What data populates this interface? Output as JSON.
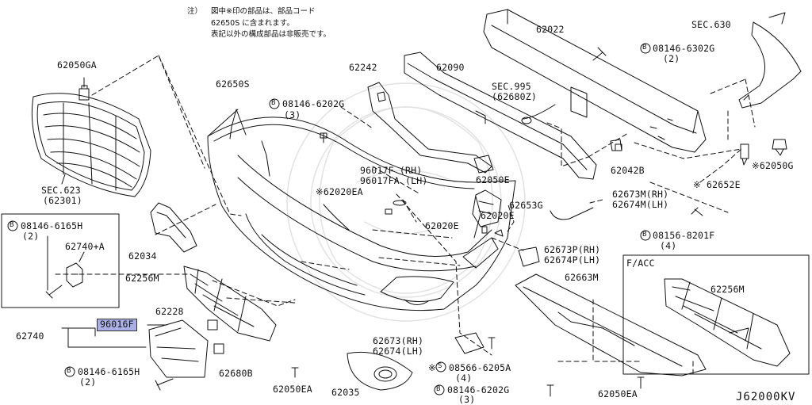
{
  "note": {
    "prefix": "注）",
    "line1": "図中※印の部品は、部品コード",
    "line2": "62650S に含まれます。",
    "line3": "表記以外の構成部品は非販売です。"
  },
  "labels": {
    "p62050GA": "62050GA",
    "p62650S": "62650S",
    "p62242": "62242",
    "p62090": "62090",
    "p62022": "62022",
    "sec630": "SEC.630",
    "bolt_6302G": "08146-6302G",
    "bolt_6302G_qty": "(2)",
    "sec995": "SEC.995",
    "sec995_sub": "(62680Z)",
    "bolt_6202G_top": "08146-6202G",
    "bolt_6202G_top_qty": "(3)",
    "sec623": "SEC.623",
    "sec623_sub": "(62301)",
    "p96017F": "96017F  (RH)",
    "p96017FA": "96017FA (LH)",
    "p62020EA": "※62020EA",
    "p62050E": "62050E",
    "p62042B": "62042B",
    "p62050G": "※62050G",
    "p62652E": "※ 62652E",
    "bolt_6165H_box": "08146-6165H",
    "bolt_6165H_box_qty": "(2)",
    "p62740plusA": "62740+A",
    "p62034": "62034",
    "p62653G": "62653G",
    "p62020E_a": "62020E",
    "p62020E_b": "62020E",
    "p62673M": "62673M(RH)",
    "p62674M": "62674M(LH)",
    "bolt_8201F": "08156-8201F",
    "bolt_8201F_qty": "(4)",
    "p62673P": "62673P(RH)",
    "p62674P": "62674P(LH)",
    "p62256M_left": "62256M",
    "p62663M": "62663M",
    "facc": "F/ACC",
    "p62256M_right": "62256M",
    "p62228": "62228",
    "p62740": "62740",
    "p96016F": "96016F",
    "p62673RH": "62673(RH)",
    "p62674LH": "62674(LH)",
    "screw_6205A": "※",
    "screw_6205A_code": "08566-6205A",
    "screw_6205A_qty": "(4)",
    "bolt_6165H_bottom": "08146-6165H",
    "bolt_6165H_bottom_qty": "(2)",
    "p62680B": "62680B",
    "p62050EA_left": "62050EA",
    "p62035": "62035",
    "bolt_6202G_bottom": "08146-6202G",
    "bolt_6202G_bottom_qty": "(3)",
    "p62050EA_right": "62050EA",
    "diagram_code": "J62000KV"
  },
  "symbols": {
    "circled_b": "B",
    "circled_s": "S"
  },
  "colors": {
    "line": "#111111",
    "highlight": "#aab0e6",
    "watermark": "#e6e6e6"
  }
}
